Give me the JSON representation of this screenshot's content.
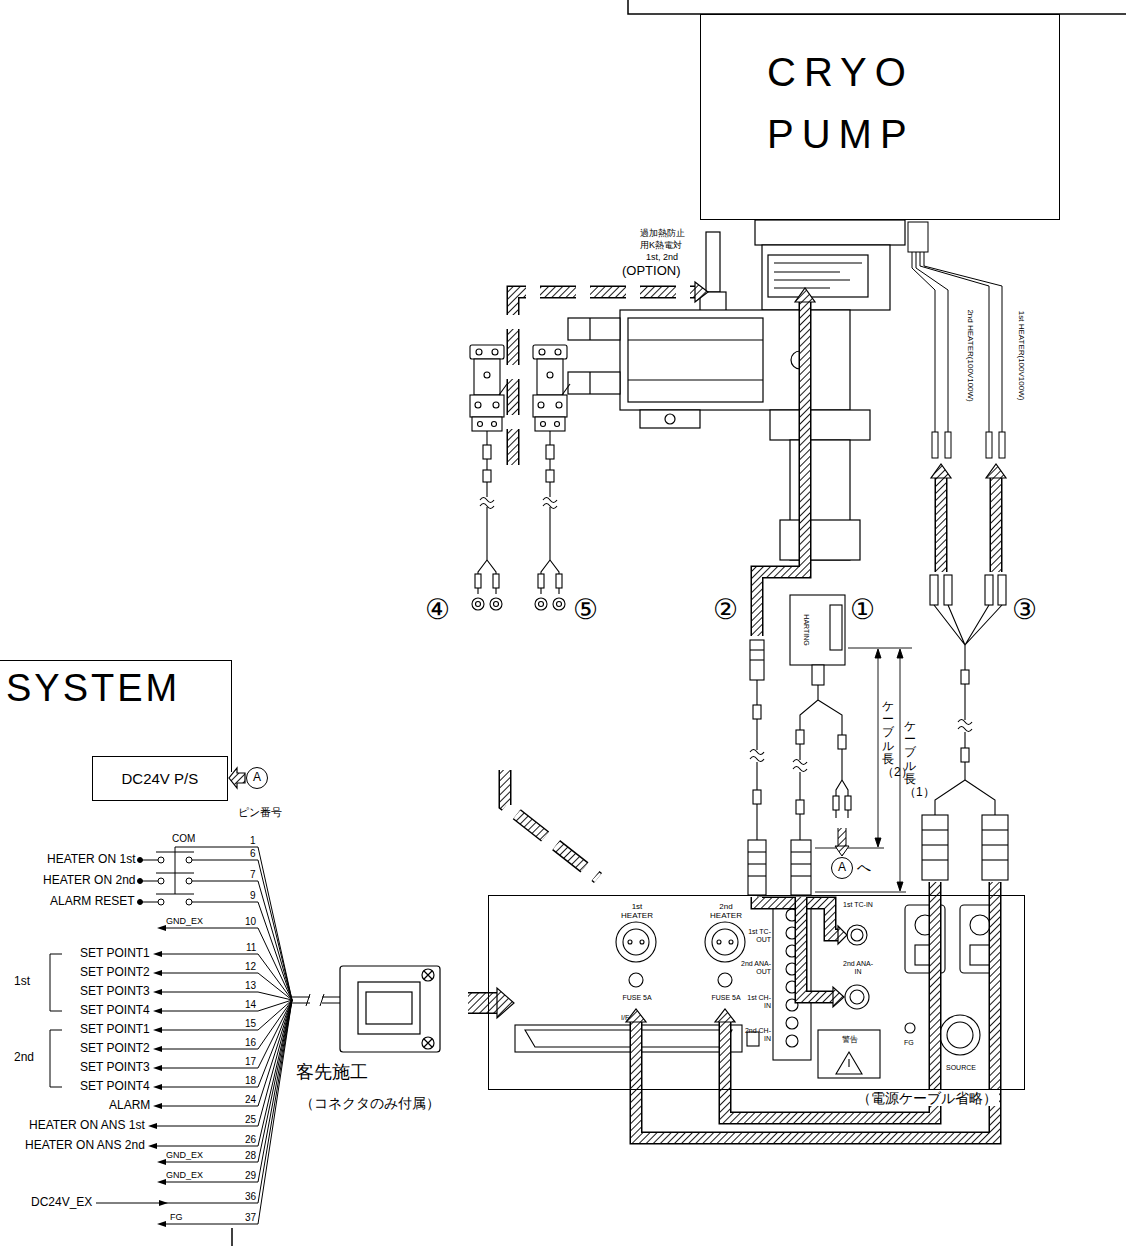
{
  "diagram": {
    "nodes": [
      {
        "text": [
          "CRYO PUMP"
        ]
      },
      {
        "text": [
          "SYSTEM"
        ]
      },
      {
        "text": [
          "DC24V P/S"
        ],
        "in": 1
      },
      {
        "text": [
          "A"
        ]
      },
      {
        "text": [
          "A"
        ]
      },
      {
        "text": [
          "1st HEATER",
          "2nd HEATER",
          "FUSE 5A",
          "FUSE 5A",
          "I/F",
          "1st TC-OUT",
          "2nd ANA-OUT",
          "1st CH-IN",
          "2nd CH-IN",
          "1st TC-IN",
          "2nd ANA-IN",
          "FG",
          "SOURCE",
          "警告"
        ]
      }
    ],
    "edges": [
      {
        "from": 3,
        "to": 2,
        "arrow": "to"
      }
    ],
    "labels": [
      "過加熱防止",
      "用K熱電対",
      "1st, 2nd",
      "(OPTION)",
      "2nd HEATER(100V100W)",
      "1st HEATER(100V100W)",
      "④",
      "⑤",
      "②",
      "①",
      "HARTING",
      "③",
      "ケーブル長（2）",
      "ケーブル長（1）",
      "へ",
      "ピン番号",
      "COM",
      "1",
      "HEATER ON 1st",
      "6",
      "HEATER ON 2nd",
      "7",
      "ALARM RESET",
      "9",
      "GND_EX",
      "10",
      "SET POINT1",
      "11",
      "SET POINT2",
      "12",
      "SET POINT3",
      "13",
      "SET POINT4",
      "14",
      "1st",
      "SET POINT1",
      "15",
      "SET POINT2",
      "16",
      "SET POINT3",
      "17",
      "SET POINT4",
      "18",
      "2nd",
      "ALARM",
      "24",
      "HEATER ON ANS 1st",
      "25",
      "HEATER ON ANS 2nd",
      "26",
      "GND_EX",
      "28",
      "GND_EX",
      "29",
      "DC24V_EX",
      "36",
      "FG",
      "37",
      "客先施工",
      "（コネクタのみ付属）",
      "（電源ケーブル省略）"
    ]
  }
}
